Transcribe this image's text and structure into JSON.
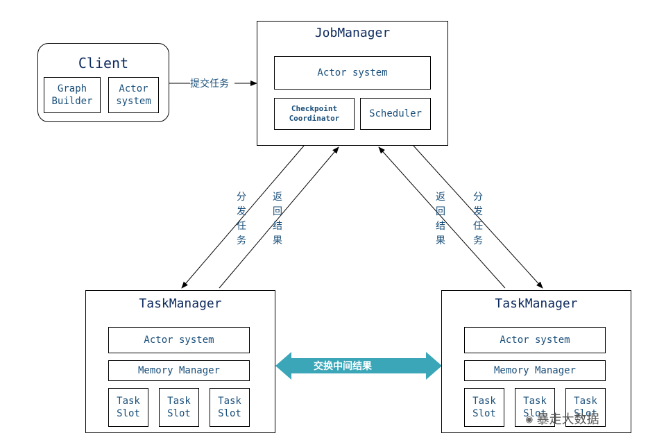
{
  "client": {
    "title": "Client",
    "graph_builder": "Graph\nBuilder",
    "actor_system": "Actor\nsystem"
  },
  "submit_label": "提交任务",
  "job_manager": {
    "title": "JobManager",
    "actor_system": "Actor system",
    "checkpoint": "Checkpoint\nCoordinator",
    "scheduler": "Scheduler"
  },
  "left_arrows": {
    "distribute": "分\n发\n任\n务",
    "return": "返\n回\n结\n果"
  },
  "right_arrows": {
    "return": "返\n回\n结\n果",
    "distribute": "分\n发\n任\n务"
  },
  "task_manager_left": {
    "title": "TaskManager",
    "actor_system": "Actor system",
    "memory_manager": "Memory Manager",
    "slot": "Task\nSlot"
  },
  "task_manager_right": {
    "title": "TaskManager",
    "actor_system": "Actor system",
    "memory_manager": "Memory Manager",
    "slot": "Task\nSlot"
  },
  "exchange_label": "交换中间结果",
  "watermark": "暴走大数据",
  "colors": {
    "exchange_arrow": "#3aa6b8",
    "text": "#1a4f7a"
  }
}
